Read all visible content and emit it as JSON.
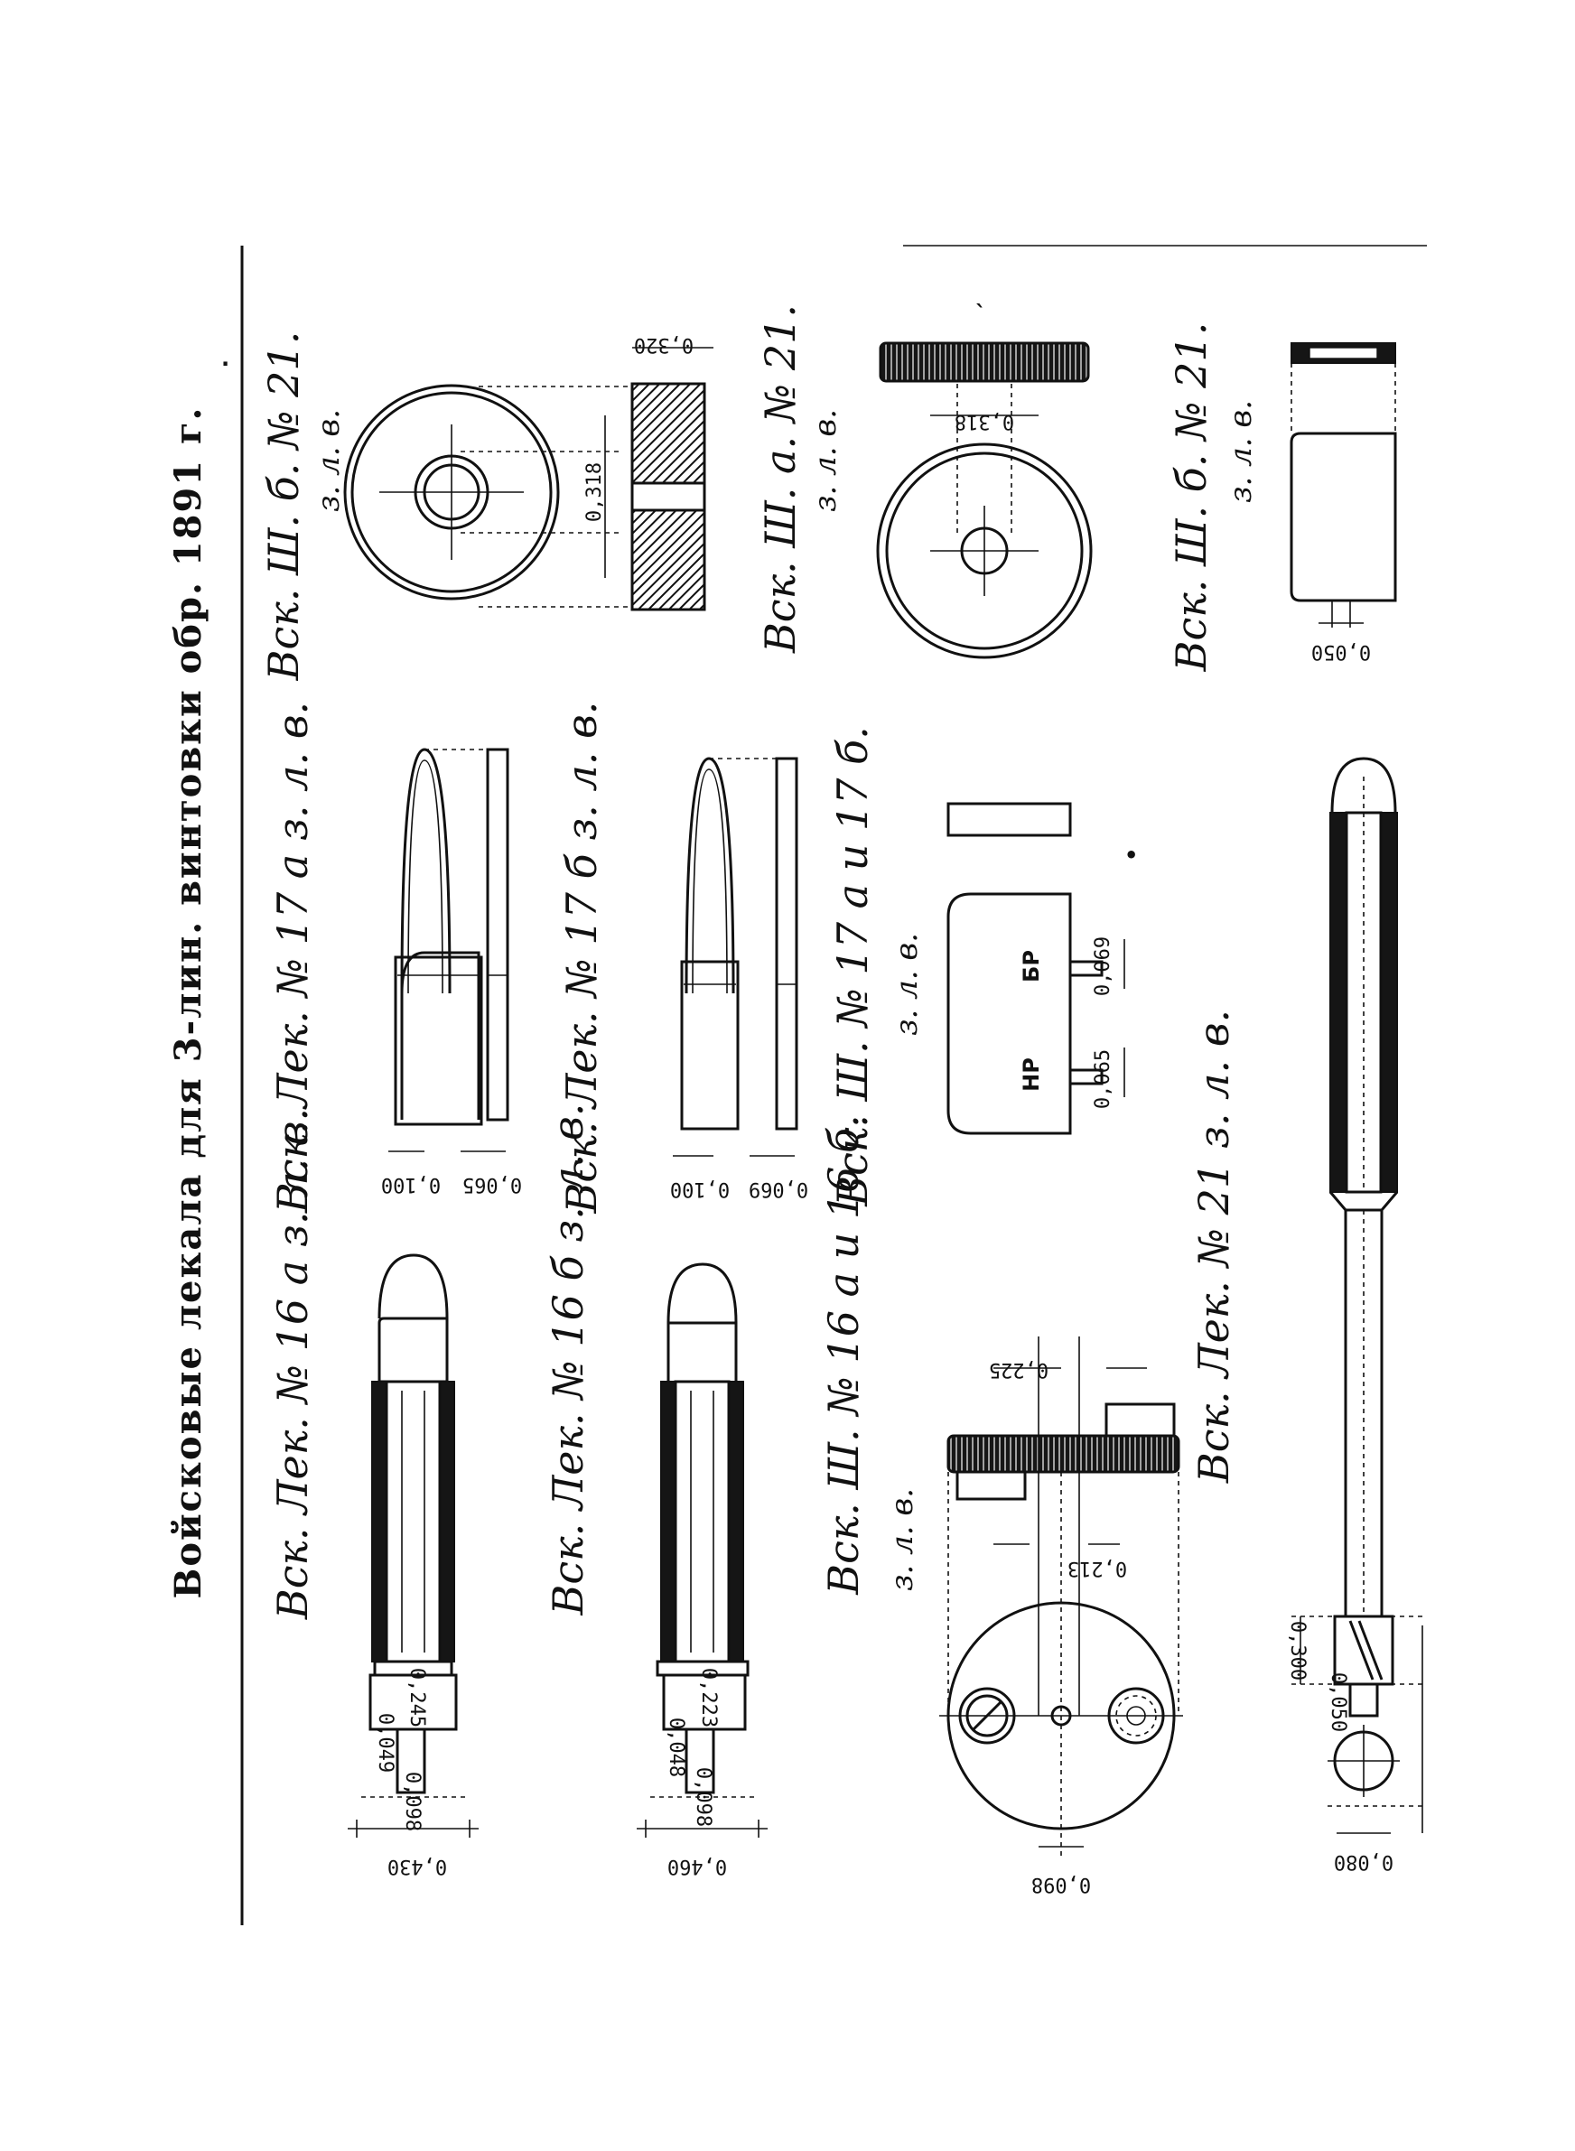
{
  "title": "Войсковые лекала для 3-лин. винтовки обр. 1891 г.",
  "figures": {
    "fig1": {
      "label": "Вск. Лек. № 16 а з. л. в.",
      "dims": [
        "0,430",
        "0,098",
        "0,049",
        "0,245"
      ]
    },
    "fig2": {
      "label": "Вск. Лек. № 16 б з. л. в.",
      "dims": [
        "0,460",
        "0,098",
        "0,048",
        "0,223"
      ]
    },
    "fig3": {
      "label": "Вск. Ш. № 16 а и 16 б.",
      "sub": "з. л. в.",
      "dims": [
        "0,098",
        "0,213",
        "0,225"
      ]
    },
    "fig4": {
      "label": "Вск. Лек. № 21 з. л. в.",
      "dims": [
        "0,080",
        "0,300",
        "0,050"
      ]
    },
    "fig5": {
      "label": "Вск. Лек. № 17 а з. л. в.",
      "dims": [
        "0,100",
        "0,065"
      ]
    },
    "fig6": {
      "label": "Вск. Лек. № 17 б з. л. в.",
      "dims": [
        "0,100",
        "0,069"
      ]
    },
    "fig7": {
      "label": "Вск. Ш. № 17 а и 17 б.",
      "sub": "з. л. в.",
      "marks": [
        "НР",
        "БР"
      ],
      "dims": [
        "0,065",
        "0,069"
      ]
    },
    "fig8": {
      "label": "Вск. Ш. б. № 21.",
      "sub": "з. л. в.",
      "dims": [
        "0,320",
        "0,318"
      ]
    },
    "fig9": {
      "label": "Вск. Ш. а. № 21.",
      "sub": "з. л. в.",
      "dims": [
        "0,318"
      ]
    },
    "fig10": {
      "label": "Вск. Ш. б. № 21.",
      "sub": "з. л. в.",
      "dims": [
        "0,050"
      ]
    }
  }
}
